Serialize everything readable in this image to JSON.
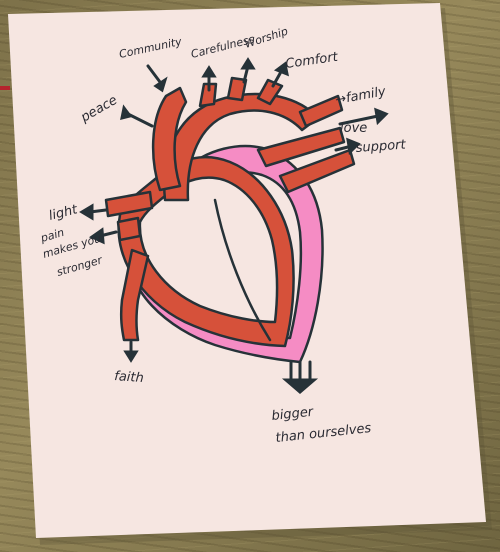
{
  "labels": {
    "community": "Community",
    "carefulness": "Carefulness",
    "worship": "Worship",
    "comfort": "Comfort",
    "family": "→family",
    "peace": "peace",
    "love": "love",
    "support": "support",
    "light": "light",
    "pain_line1": "pain",
    "pain_line2": "makes you",
    "pain_line3": "stronger",
    "faith": "faith",
    "bigger_line1": "bigger",
    "bigger_line2": "than ourselves"
  },
  "colors": {
    "paper": "#f6e6e1",
    "red": "#d6513a",
    "pink": "#f58cc4",
    "ink": "#263238",
    "desk": "#8a7d52"
  }
}
